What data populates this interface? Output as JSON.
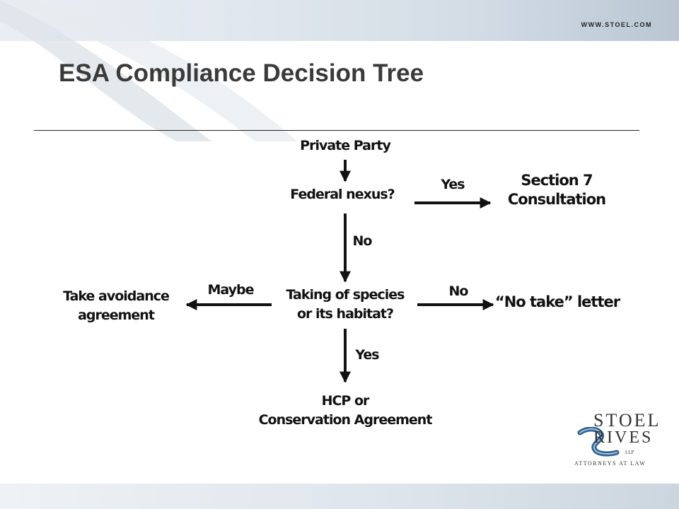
{
  "header": {
    "url": "WWW.STOEL.COM",
    "title": "ESA Compliance Decision Tree"
  },
  "diagram": {
    "nodes": {
      "private_party": "Private Party",
      "federal_nexus": "Federal nexus?",
      "section7_line1": "Section 7",
      "section7_line2": "Consultation",
      "taking_line1": "Taking of species",
      "taking_line2": "or its habitat?",
      "avoidance_line1": "Take avoidance",
      "avoidance_line2": "agreement",
      "no_take": "“No take” letter",
      "hcp_line1": "HCP or",
      "hcp_line2": "Conservation Agreement"
    },
    "edges": {
      "yes_top": "Yes",
      "no_middle": "No",
      "maybe_left": "Maybe",
      "no_right": "No",
      "yes_bottom": "Yes"
    }
  },
  "logo": {
    "name_line1": "STOEL",
    "name_line2": "RIVES",
    "suffix": "LLP",
    "tagline": "ATTORNEYS AT LAW"
  }
}
